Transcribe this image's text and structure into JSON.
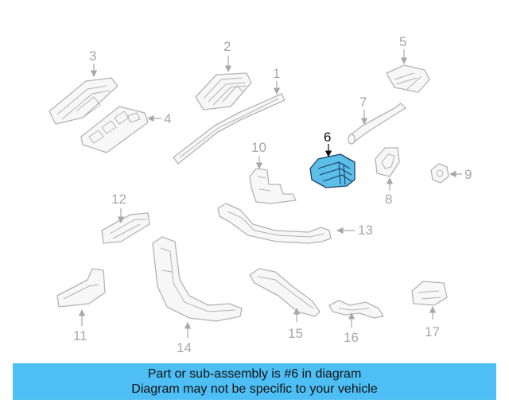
{
  "diagram": {
    "highlighted_part": "6",
    "callouts": [
      "1",
      "2",
      "3",
      "4",
      "5",
      "6",
      "7",
      "8",
      "9",
      "10",
      "11",
      "12",
      "13",
      "14",
      "15",
      "16",
      "17"
    ]
  },
  "colors": {
    "highlight_fill": "#5bbfe8",
    "banner_background": "#4dbff4",
    "line_gray": "#b3b3b3"
  },
  "banner": {
    "line1": "Part or sub-assembly is #6 in diagram",
    "line2": "Diagram may not be specific to your vehicle"
  }
}
